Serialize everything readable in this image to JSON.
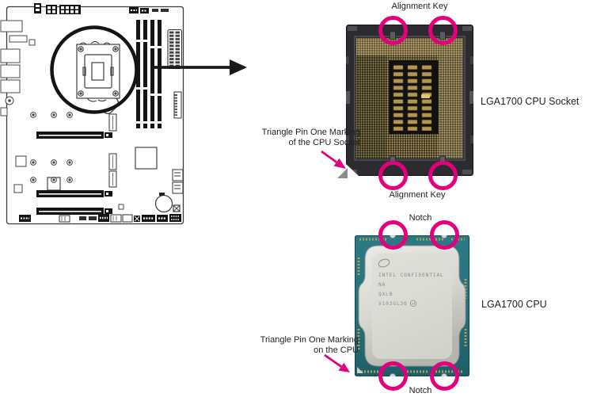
{
  "colors": {
    "magenta": "#E4007D",
    "line": "#2b2b2b",
    "pcb_teal": "#2A7A85",
    "pcb_teal_dark": "#1D5F69",
    "ihs_silver": "#D8D8D3",
    "socket_body": "#2C2C30",
    "pin_gold": "#C7AD6E",
    "triangle_gray": "#8C8C8C"
  },
  "socket_section": {
    "alignment_key_top": "Alignment Key",
    "alignment_key_bottom": "Alignment Key",
    "title": "LGA1700 CPU Socket",
    "pin_one_label": {
      "line1": "Triangle Pin One Marking",
      "line2": "of the CPU Socket"
    }
  },
  "cpu_section": {
    "notch_top": "Notch",
    "notch_bottom": "Notch",
    "title": "LGA1700 CPU",
    "pin_one_label": {
      "line1": "Triangle Pin One Marking",
      "line2": "on the CPU"
    },
    "ihs_text": {
      "line1": "INTEL CONFIDENTIAL",
      "line2": "NA",
      "line3": "QXLB",
      "line4": "V103GL36",
      "mark": "e4"
    }
  }
}
